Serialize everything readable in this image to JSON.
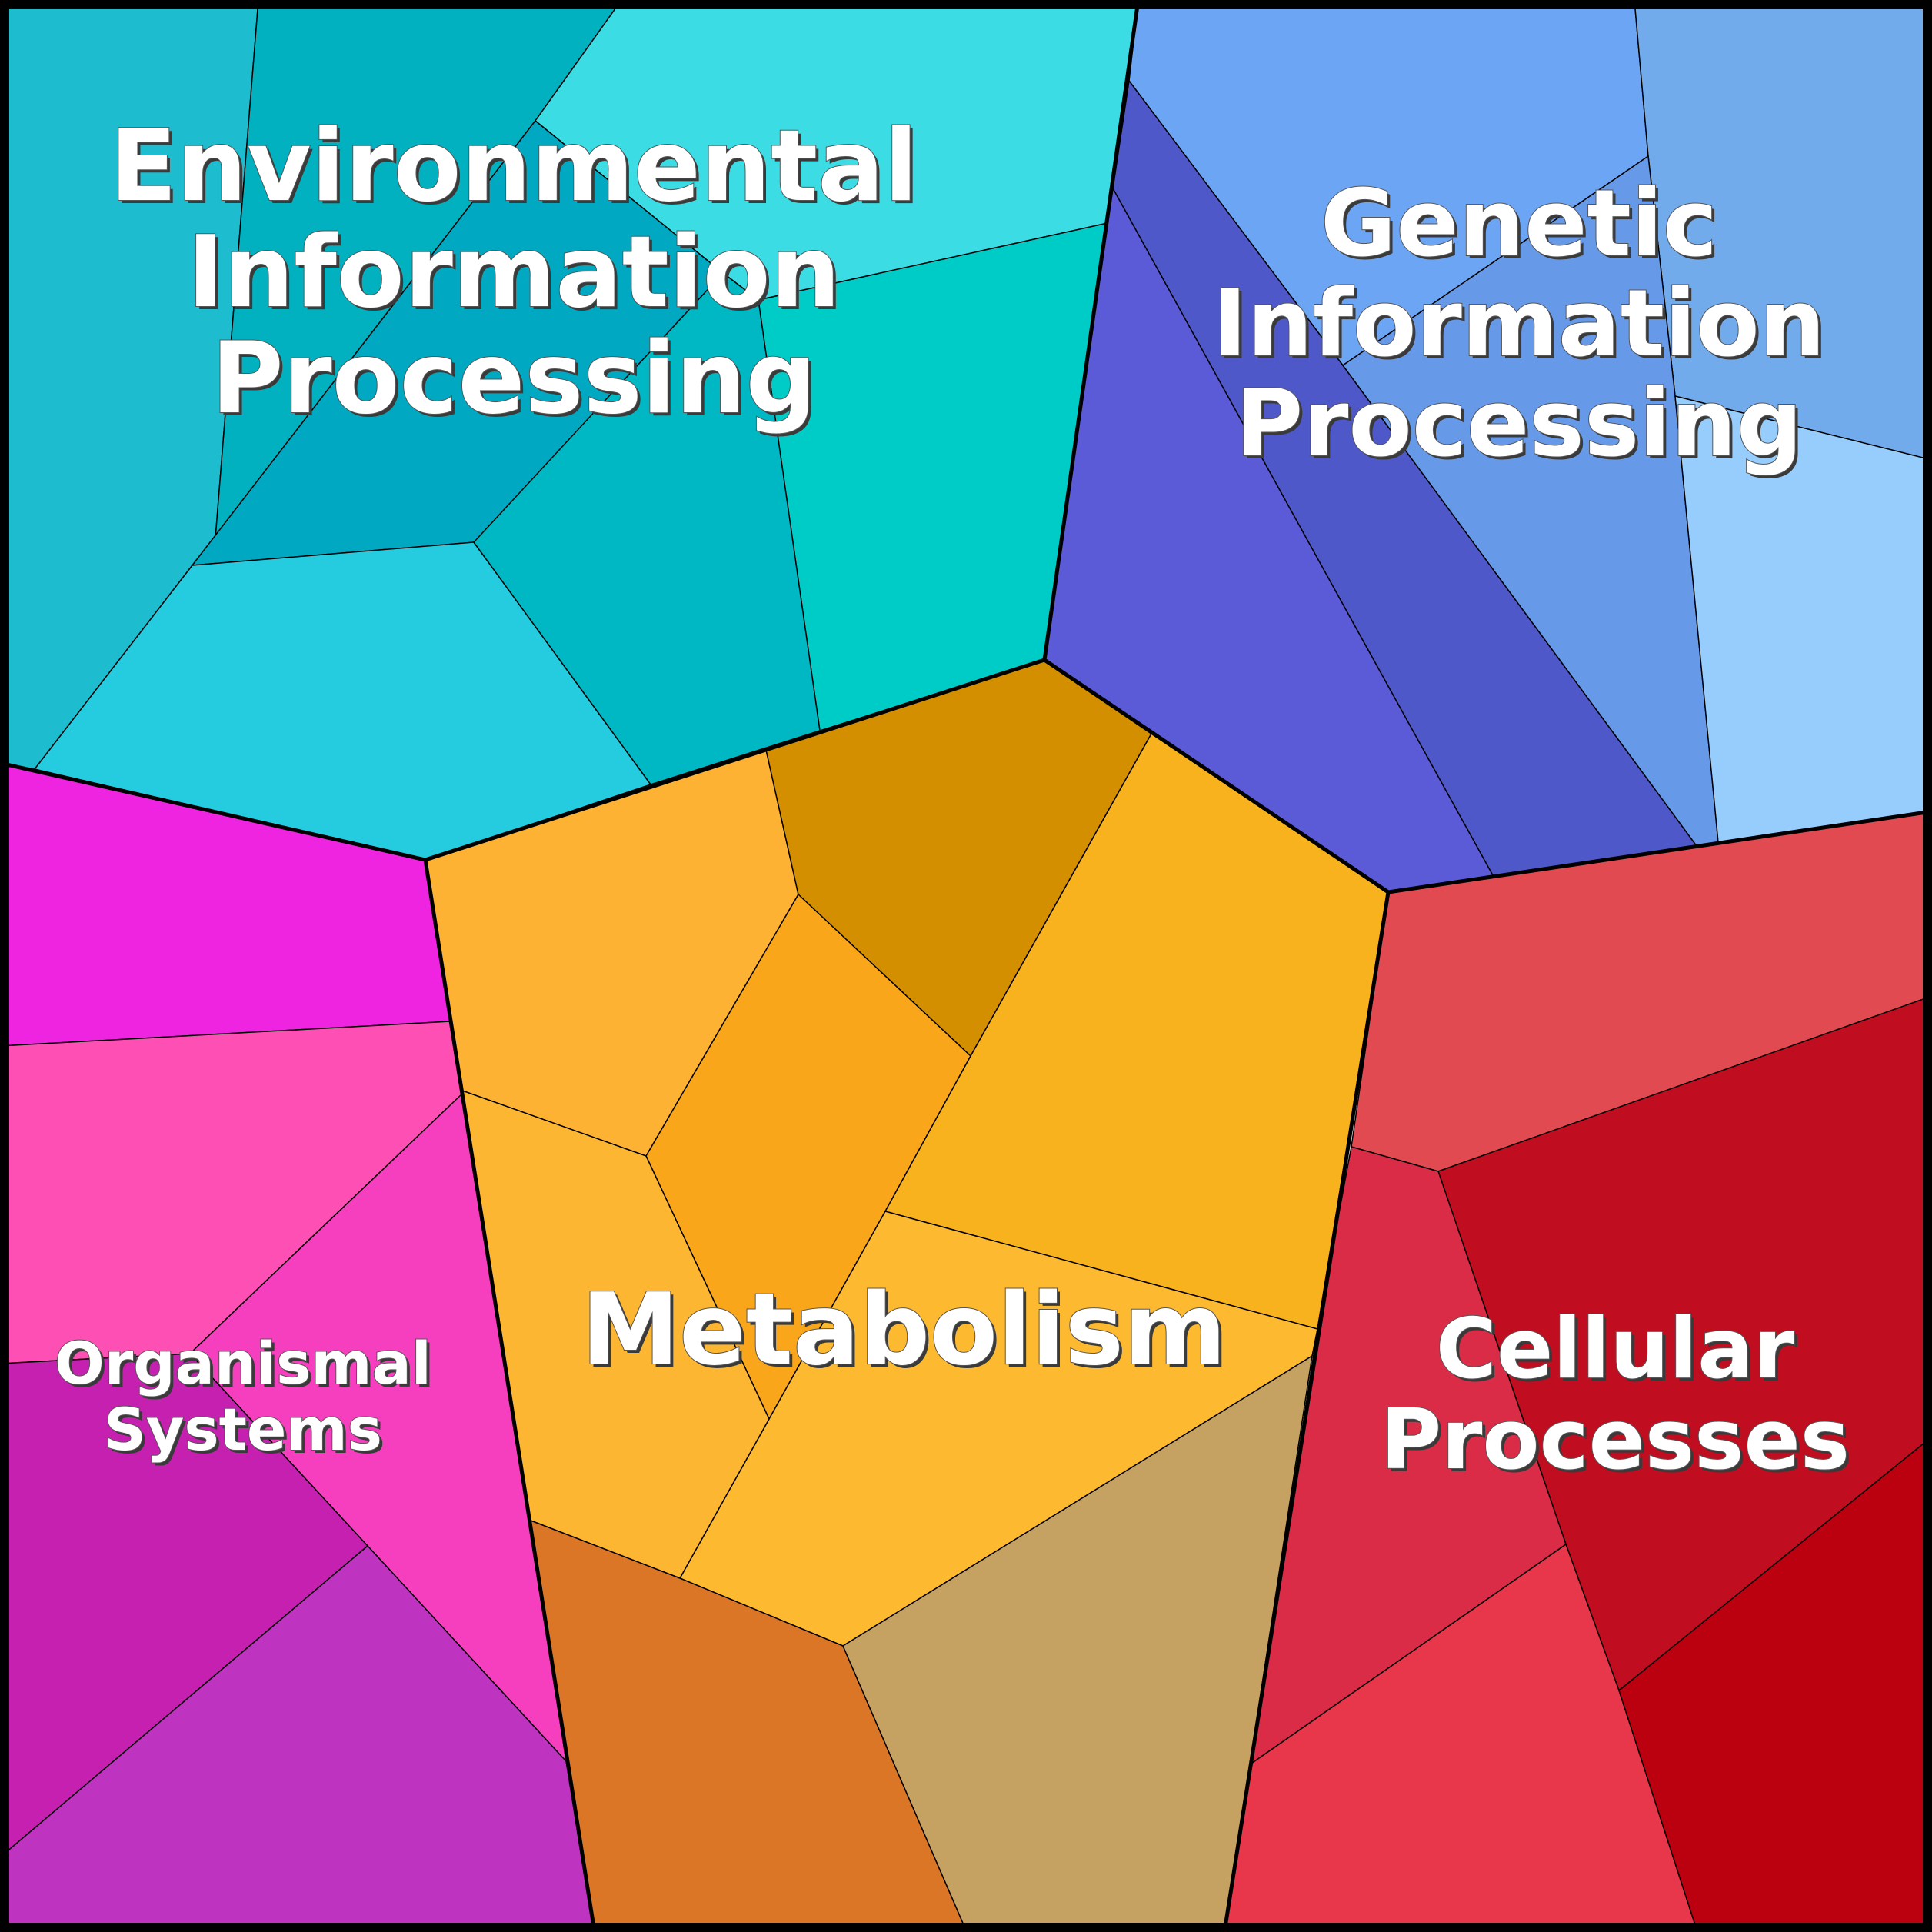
{
  "diagram": {
    "regions": [
      {
        "id": "environmental",
        "label_lines": [
          "Environmental",
          "Information",
          "Processing"
        ],
        "colors": [
          "#1dbccf",
          "#02b1bf",
          "#3cdce4",
          "#00a9c1",
          "#00ccc7",
          "#25cbdf",
          "#00b7c4"
        ]
      },
      {
        "id": "genetic",
        "label_lines": [
          "Genetic",
          "Information",
          "Processing"
        ],
        "colors": [
          "#6da5f5",
          "#72abeb",
          "#4e58c9",
          "#6699e8",
          "#5b5bd8",
          "#97cdfc"
        ]
      },
      {
        "id": "metabolism",
        "label_lines": [
          "Metabolism"
        ],
        "colors": [
          "#fdb233",
          "#d48f00",
          "#f9a61a",
          "#f8b21e",
          "#fdb930",
          "#fcb632",
          "#dc7627",
          "#c6a262"
        ]
      },
      {
        "id": "organismal",
        "label_lines": [
          "Organismal",
          "Systems"
        ],
        "colors": [
          "#ee24e0",
          "#fe50b4",
          "#f63fbe",
          "#c620b0",
          "#be33c0"
        ]
      },
      {
        "id": "cellular",
        "label_lines": [
          "Cellular",
          "Processes"
        ],
        "colors": [
          "#e14a51",
          "#c00d1f",
          "#da2b47",
          "#e8364a",
          "#bb0010"
        ]
      }
    ]
  }
}
